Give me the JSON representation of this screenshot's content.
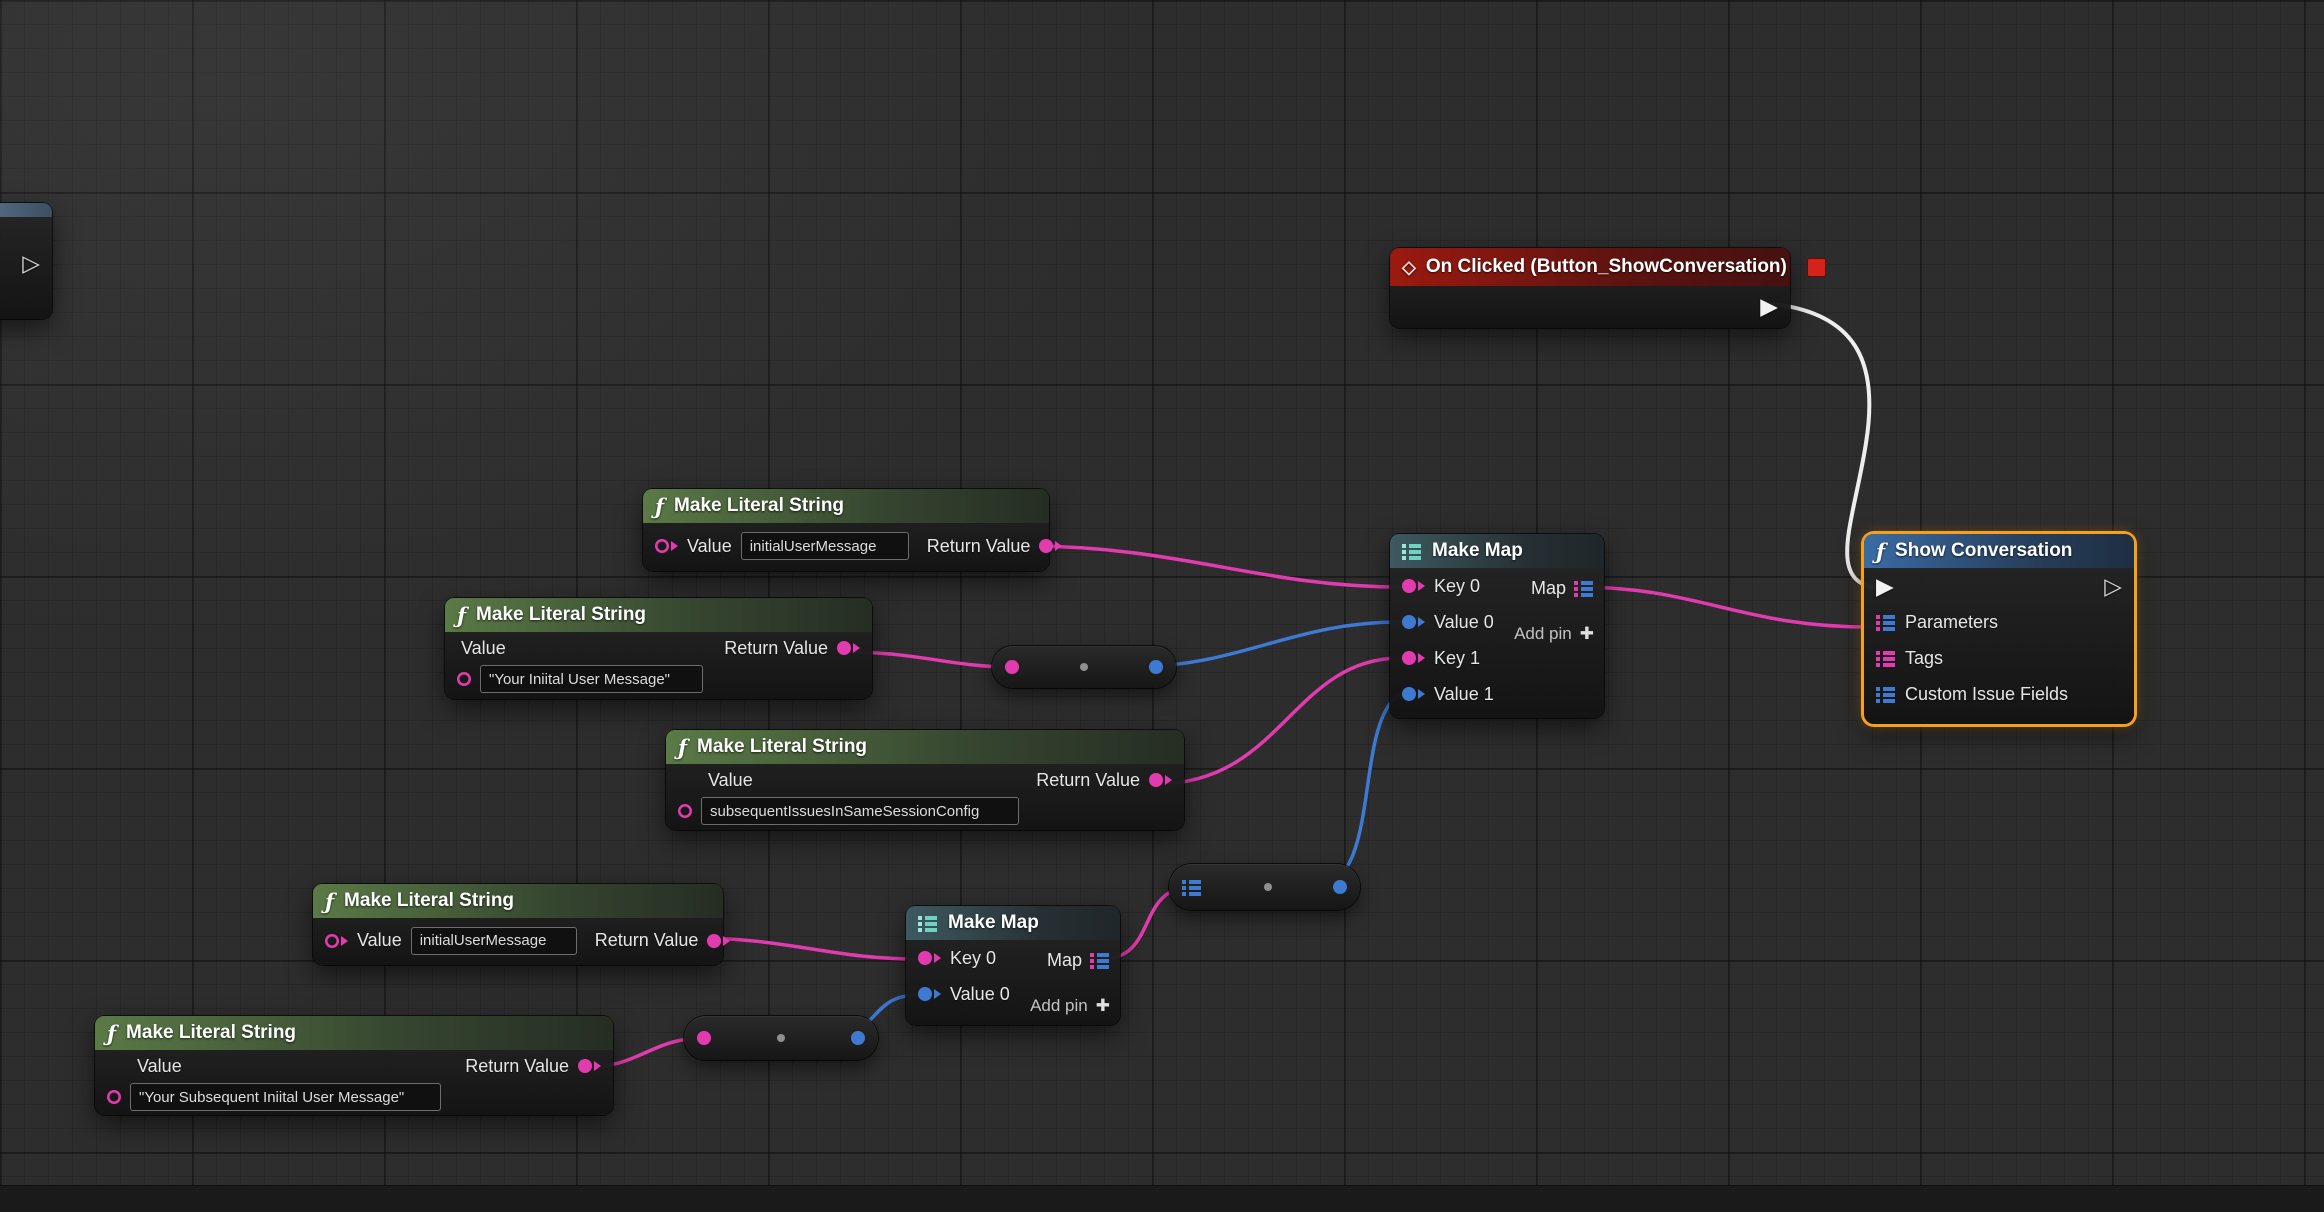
{
  "icons": {
    "function": "ƒ",
    "event_diamond": "◇",
    "plus": "✚",
    "exec_filled": "▶",
    "exec_hollow": "▷"
  },
  "colors": {
    "exec_wire": "#eeeeee",
    "string_wire": "#e23bb0",
    "wildcard_wire": "#3e79d2",
    "selection_border": "#f7a01b",
    "event_header": "#9b1a10",
    "function_header": "#3a6ca5",
    "pure_function_header": "#5a7a46",
    "map_header": "#3d5a60"
  },
  "nodes": {
    "on_clicked": {
      "title": "On Clicked (Button_ShowConversation)"
    },
    "mls1": {
      "title": "Make Literal String",
      "value_label": "Value",
      "return_label": "Return Value",
      "value": "initialUserMessage"
    },
    "mls2": {
      "title": "Make Literal String",
      "value_label": "Value",
      "return_label": "Return Value",
      "value": "\"Your Iniital User Message\""
    },
    "mls3": {
      "title": "Make Literal String",
      "value_label": "Value",
      "return_label": "Return Value",
      "value": "subsequentIssuesInSameSessionConfig"
    },
    "mls4": {
      "title": "Make Literal String",
      "value_label": "Value",
      "return_label": "Return Value",
      "value": "initialUserMessage"
    },
    "mls5": {
      "title": "Make Literal String",
      "value_label": "Value",
      "return_label": "Return Value",
      "value": "\"Your Subsequent Iniital User Message\""
    },
    "make_map_1": {
      "title": "Make Map",
      "key0": "Key 0",
      "value0": "Value 0",
      "key1": "Key 1",
      "value1": "Value 1",
      "map_label": "Map",
      "add_pin_label": "Add pin"
    },
    "make_map_2": {
      "title": "Make Map",
      "key0": "Key 0",
      "value0": "Value 0",
      "map_label": "Map",
      "add_pin_label": "Add pin"
    },
    "show_conversation": {
      "title": "Show Conversation",
      "parameters_label": "Parameters",
      "tags_label": "Tags",
      "custom_issue_fields_label": "Custom Issue Fields"
    }
  }
}
